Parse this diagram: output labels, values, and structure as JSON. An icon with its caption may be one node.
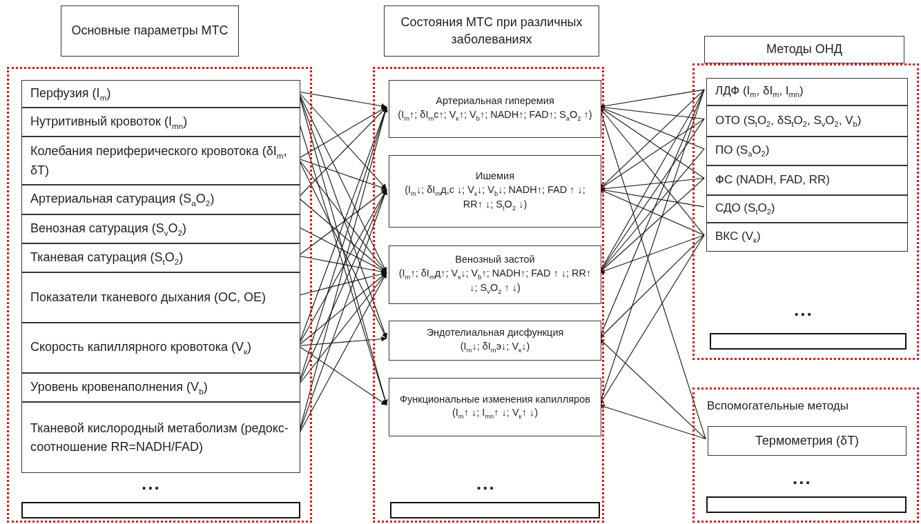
{
  "diagram": {
    "nodes": [
      {
        "text": [
          "Основные параметры МТС"
        ]
      },
      {
        "text": [
          "Состояния МТС при различных заболеваниях"
        ]
      },
      {
        "text": [
          "Методы ОНД"
        ]
      },
      {
        "text": [],
        "shape": "box"
      },
      {
        "text": [
          "Перфузия (I$_{m}$)"
        ],
        "in": 3
      },
      {
        "text": [
          "Нутритивный кровоток (I$_{mn}$)"
        ],
        "in": 3
      },
      {
        "text": [
          "Колебания периферического кровотока (δI$_{m}$, δT)"
        ],
        "in": 3
      },
      {
        "text": [
          "Артериальная сатурация (S$_{a}$O$_{2}$)"
        ],
        "in": 3
      },
      {
        "text": [
          "Венозная сатурация (S$_{v}$O$_{2}$)"
        ],
        "in": 3
      },
      {
        "text": [
          "Тканевая сатурация (S$_{t}$O$_{2}$)"
        ],
        "in": 3
      },
      {
        "text": [
          "Показатели тканевого дыхания (ОС, ОЕ)"
        ],
        "in": 3
      },
      {
        "text": [
          "Скорость капиллярного кровотока (V$_{к}$)"
        ],
        "in": 3
      },
      {
        "text": [
          "Уровень кровенаполнения (V$_{b}$)"
        ],
        "in": 3
      },
      {
        "text": [
          "Тканевой кислородный метаболизм (редокс-соотношение RR=NADH/FAD)"
        ],
        "in": 3
      },
      {
        "text": [],
        "shape": "box",
        "in": 3
      },
      {
        "text": [],
        "shape": "box"
      },
      {
        "text": [
          "Артериальная гиперемия",
          "(I$_{m}$↑; δI$_{m}$с↑; V$_{к}$↑; V$_{b}$↑; NADH↑; FAD↑; S$_{a}$O$_{2}$ ↑)"
        ],
        "in": 15
      },
      {
        "text": [
          "Ишемия",
          "(I$_{m}$↓; δI$_{m}$д,с ↓; V$_{к}$↓; V$_{b}$↓; NADH↑; FAD ↑ ↓; RR↑ ↓; S$_{t}$O$_{2}$ ↓)"
        ],
        "in": 15
      },
      {
        "text": [
          "Венозный застой",
          "(I$_{m}$↑; δI$_{m}$д↑; V$_{к}$↓; V$_{b}$↑; NADH↑; FAD ↑ ↓; RR↑ ↓; S$_{v}$O$_{2}$ ↑ ↓)"
        ],
        "in": 15
      },
      {
        "text": [
          "Эндотелиальная дисфункция",
          "(I$_{m}$↓; δI$_{m}$э↓; V$_{к}$↓)"
        ],
        "in": 15
      },
      {
        "text": [
          "Функциональные изменения капилляров",
          "(I$_{m}$↑ ↓; I$_{mn}$↑ ↓; V$_{к}$↑ ↓)"
        ],
        "in": 15
      },
      {
        "text": [],
        "shape": "box",
        "in": 15
      },
      {
        "text": [],
        "shape": "box"
      },
      {
        "text": [
          "ЛДФ (I$_{m}$, δI$_{m}$, I$_{mn}$)"
        ],
        "in": 22
      },
      {
        "text": [
          "ОТО (S$_{t}$O$_{2}$, δS$_{t}$O$_{2}$, S$_{v}$O$_{2}$, V$_{b}$)"
        ],
        "in": 22
      },
      {
        "text": [
          "ПО (S$_{a}$O$_{2}$)"
        ],
        "in": 22
      },
      {
        "text": [
          "ФС (NADH, FAD, RR)"
        ],
        "in": 22
      },
      {
        "text": [
          "СДО (S$_{t}$O$_{2}$)"
        ],
        "in": 22
      },
      {
        "text": [
          "ВКС (V$_{к}$)"
        ],
        "in": 22
      },
      {
        "text": [],
        "shape": "box",
        "in": 22
      },
      {
        "text": [
          "Вспомогательные методы"
        ]
      },
      {
        "text": [
          "Термометрия (δT)"
        ],
        "in": 30
      },
      {
        "text": [],
        "shape": "box",
        "in": 30
      }
    ],
    "edges": [
      {
        "from": 4,
        "to": 16,
        "arrow": "to"
      },
      {
        "from": 4,
        "to": 17,
        "arrow": "to"
      },
      {
        "from": 4,
        "to": 18,
        "arrow": "to"
      },
      {
        "from": 4,
        "to": 19,
        "arrow": "to"
      },
      {
        "from": 4,
        "to": 20,
        "arrow": "to"
      },
      {
        "from": 5,
        "to": 20,
        "arrow": "to"
      },
      {
        "from": 6,
        "to": 16,
        "arrow": "to"
      },
      {
        "from": 6,
        "to": 17,
        "arrow": "to"
      },
      {
        "from": 6,
        "to": 18,
        "arrow": "to"
      },
      {
        "from": 6,
        "to": 19,
        "arrow": "to"
      },
      {
        "from": 7,
        "to": 16,
        "arrow": "to"
      },
      {
        "from": 7,
        "to": 18,
        "arrow": "to"
      },
      {
        "from": 8,
        "to": 18,
        "arrow": "to"
      },
      {
        "from": 9,
        "to": 17,
        "arrow": "to"
      },
      {
        "from": 9,
        "to": 18,
        "arrow": "to"
      },
      {
        "from": 10,
        "to": 18,
        "arrow": "to"
      },
      {
        "from": 11,
        "to": 16,
        "arrow": "to"
      },
      {
        "from": 11,
        "to": 17,
        "arrow": "to"
      },
      {
        "from": 11,
        "to": 18,
        "arrow": "to"
      },
      {
        "from": 11,
        "to": 19,
        "arrow": "to"
      },
      {
        "from": 11,
        "to": 20,
        "arrow": "to"
      },
      {
        "from": 12,
        "to": 16,
        "arrow": "to"
      },
      {
        "from": 12,
        "to": 17,
        "arrow": "to"
      },
      {
        "from": 12,
        "to": 18,
        "arrow": "to"
      },
      {
        "from": 13,
        "to": 16,
        "arrow": "to"
      },
      {
        "from": 13,
        "to": 17,
        "arrow": "to"
      },
      {
        "from": 13,
        "to": 18,
        "arrow": "to"
      },
      {
        "from": 23,
        "to": 16,
        "arrow": "to"
      },
      {
        "from": 23,
        "to": 17,
        "arrow": "to"
      },
      {
        "from": 23,
        "to": 18,
        "arrow": "to"
      },
      {
        "from": 23,
        "to": 19,
        "arrow": "to"
      },
      {
        "from": 23,
        "to": 20,
        "arrow": "to"
      },
      {
        "from": 24,
        "to": 16,
        "arrow": "to"
      },
      {
        "from": 24,
        "to": 17,
        "arrow": "to"
      },
      {
        "from": 24,
        "to": 18,
        "arrow": "to"
      },
      {
        "from": 25,
        "to": 16,
        "arrow": "to"
      },
      {
        "from": 25,
        "to": 18,
        "arrow": "to"
      },
      {
        "from": 26,
        "to": 16,
        "arrow": "to"
      },
      {
        "from": 26,
        "to": 17,
        "arrow": "to"
      },
      {
        "from": 26,
        "to": 18,
        "arrow": "to"
      },
      {
        "from": 27,
        "to": 17,
        "arrow": "to"
      },
      {
        "from": 28,
        "to": 16,
        "arrow": "to"
      },
      {
        "from": 28,
        "to": 17,
        "arrow": "to"
      },
      {
        "from": 28,
        "to": 18,
        "arrow": "to"
      },
      {
        "from": 28,
        "to": 19,
        "arrow": "to"
      },
      {
        "from": 28,
        "to": 20,
        "arrow": "to"
      },
      {
        "from": 31,
        "to": 16,
        "arrow": "to"
      },
      {
        "from": 31,
        "to": 19,
        "arrow": "to"
      },
      {
        "from": 31,
        "to": 20,
        "arrow": "to"
      }
    ],
    "labels": [
      "...",
      "...",
      "...",
      "..."
    ]
  }
}
